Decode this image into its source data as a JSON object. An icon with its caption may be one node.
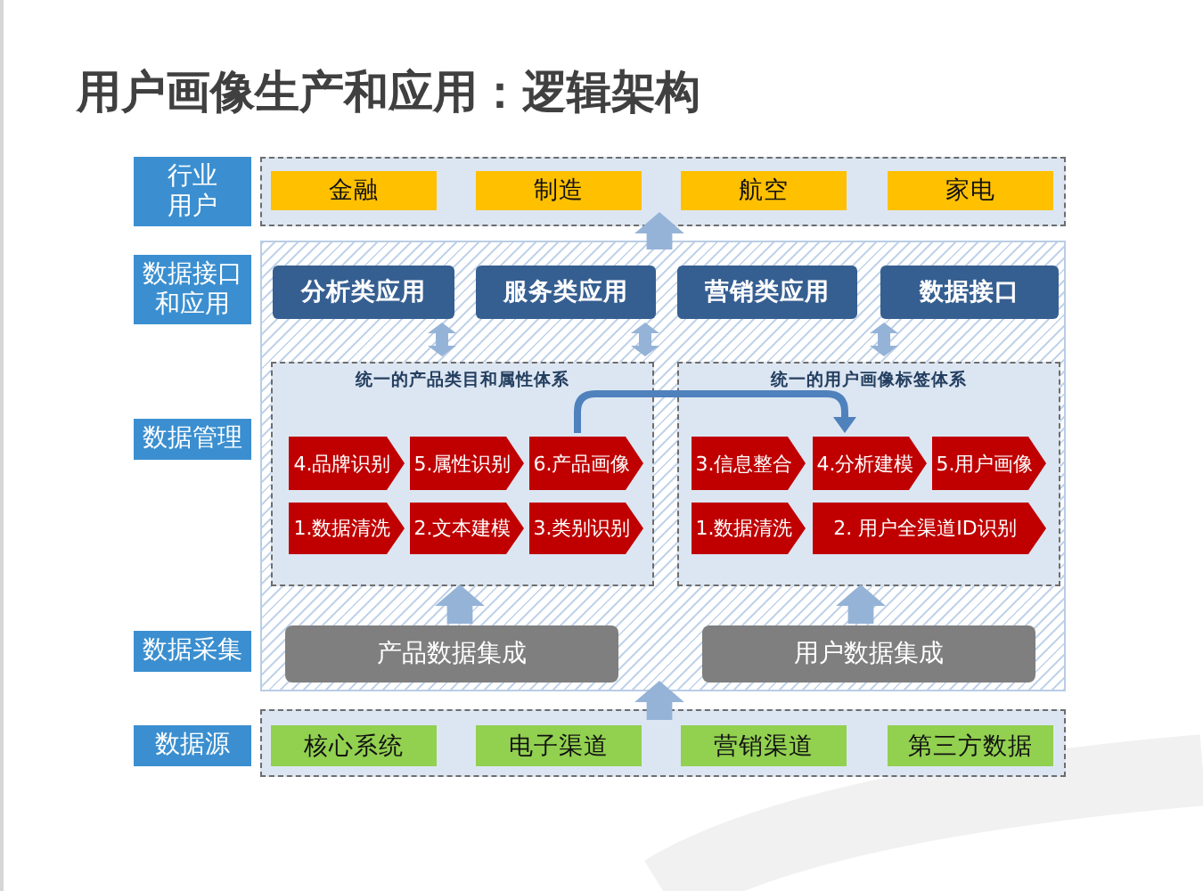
{
  "diagram": {
    "title": "用户画像生产和应用：逻辑架构",
    "nodes": [
      {
        "text": [
          "行业用户"
        ]
      },
      {
        "text": [
          "数据接口和应用"
        ]
      },
      {
        "text": [
          "数据管理"
        ]
      },
      {
        "text": [
          "数据采集"
        ]
      },
      {
        "text": [
          "数据源"
        ]
      },
      {
        "text": [],
        "shape": "box"
      },
      {
        "text": [
          "金融"
        ],
        "in": 5
      },
      {
        "text": [
          "制造"
        ],
        "in": 5
      },
      {
        "text": [
          "航空"
        ],
        "in": 5
      },
      {
        "text": [
          "家电"
        ],
        "in": 5
      },
      {
        "text": [],
        "shape": "box"
      },
      {
        "text": [
          "分析类应用"
        ],
        "in": 10
      },
      {
        "text": [
          "服务类应用"
        ],
        "in": 10
      },
      {
        "text": [
          "营销类应用"
        ],
        "in": 10
      },
      {
        "text": [
          "数据接口"
        ],
        "in": 10
      },
      {
        "text": [
          "统一的产品类目和属性体系"
        ],
        "in": 10
      },
      {
        "text": [
          "4.品牌识别"
        ],
        "in": 15
      },
      {
        "text": [
          "5.属性识别"
        ],
        "in": 15
      },
      {
        "text": [
          "6.产品画像"
        ],
        "in": 15
      },
      {
        "text": [
          "1.数据清洗"
        ],
        "in": 15
      },
      {
        "text": [
          "2.文本建模"
        ],
        "in": 15
      },
      {
        "text": [
          "3.类别识别"
        ],
        "in": 15
      },
      {
        "text": [
          "统一的用户画像标签体系"
        ],
        "in": 10
      },
      {
        "text": [
          "3.信息整合"
        ],
        "in": 22
      },
      {
        "text": [
          "4.分析建模"
        ],
        "in": 22
      },
      {
        "text": [
          "5.用户画像"
        ],
        "in": 22
      },
      {
        "text": [
          "1.数据清洗"
        ],
        "in": 22
      },
      {
        "text": [
          "2. 用户全渠道ID识别"
        ],
        "in": 22
      },
      {
        "text": [
          "产品数据集成"
        ],
        "in": 10
      },
      {
        "text": [
          "用户数据集成"
        ],
        "in": 10
      },
      {
        "text": [],
        "shape": "box"
      },
      {
        "text": [
          "核心系统"
        ],
        "in": 30
      },
      {
        "text": [
          "电子渠道"
        ],
        "in": 30
      },
      {
        "text": [
          "营销渠道"
        ],
        "in": 30
      },
      {
        "text": [
          "第三方数据"
        ],
        "in": 30
      }
    ],
    "edges": [
      {
        "from": 10,
        "to": 5,
        "arrow": "to",
        "style": "thick"
      },
      {
        "from": 11,
        "to": 15,
        "arrow": "both"
      },
      {
        "from": 12,
        "to": 15,
        "arrow": "both"
      },
      {
        "from": 14,
        "to": 22,
        "arrow": "both"
      },
      {
        "from": 18,
        "to": 24,
        "arrow": "to",
        "color": "#4f81bd"
      },
      {
        "from": 28,
        "to": 15,
        "arrow": "to",
        "style": "thick"
      },
      {
        "from": 29,
        "to": 22,
        "arrow": "to",
        "style": "thick"
      },
      {
        "from": 30,
        "to": 10,
        "arrow": "to",
        "style": "thick"
      }
    ]
  }
}
